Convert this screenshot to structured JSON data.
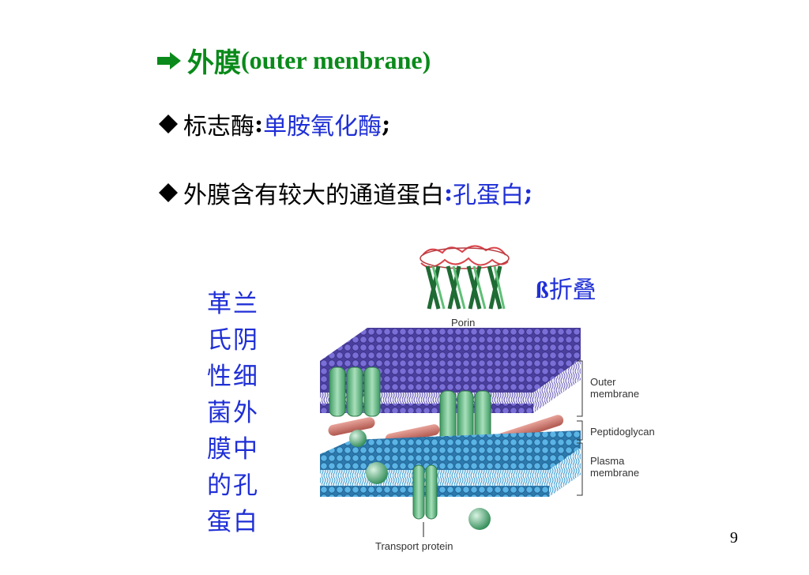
{
  "title": {
    "cn": "外膜",
    "en": "(outer menbrane)"
  },
  "line1": {
    "prefix": "标志酶",
    "colon": ":",
    "value": "单胺氧化酶",
    "suffix": ";"
  },
  "line2": {
    "prefix": "外膜含有较大的通道蛋白",
    "colon": ":",
    "value": "孔蛋白",
    "suffix": ";"
  },
  "side_caption": "革兰氏阴性细菌外膜中的孔蛋白",
  "beta_label": {
    "symbol": "ß",
    "text": "折叠"
  },
  "diagram": {
    "porin": "Porin",
    "outer_membrane_1": "Outer",
    "outer_membrane_2": "membrane",
    "peptidoglycan": "Peptidoglycan",
    "plasma_membrane_1": "Plasma",
    "plasma_membrane_2": "membrane",
    "transport_protein": "Transport protein"
  },
  "page_number": "9",
  "colors": {
    "title_green": "#0a8a1a",
    "accent_blue": "#1f2fd6",
    "outer_membrane": "#5a4fb0",
    "plasma_membrane": "#3a9ad0",
    "protein_green": "#6dbf8a",
    "peptidoglycan": "#d47a70"
  }
}
